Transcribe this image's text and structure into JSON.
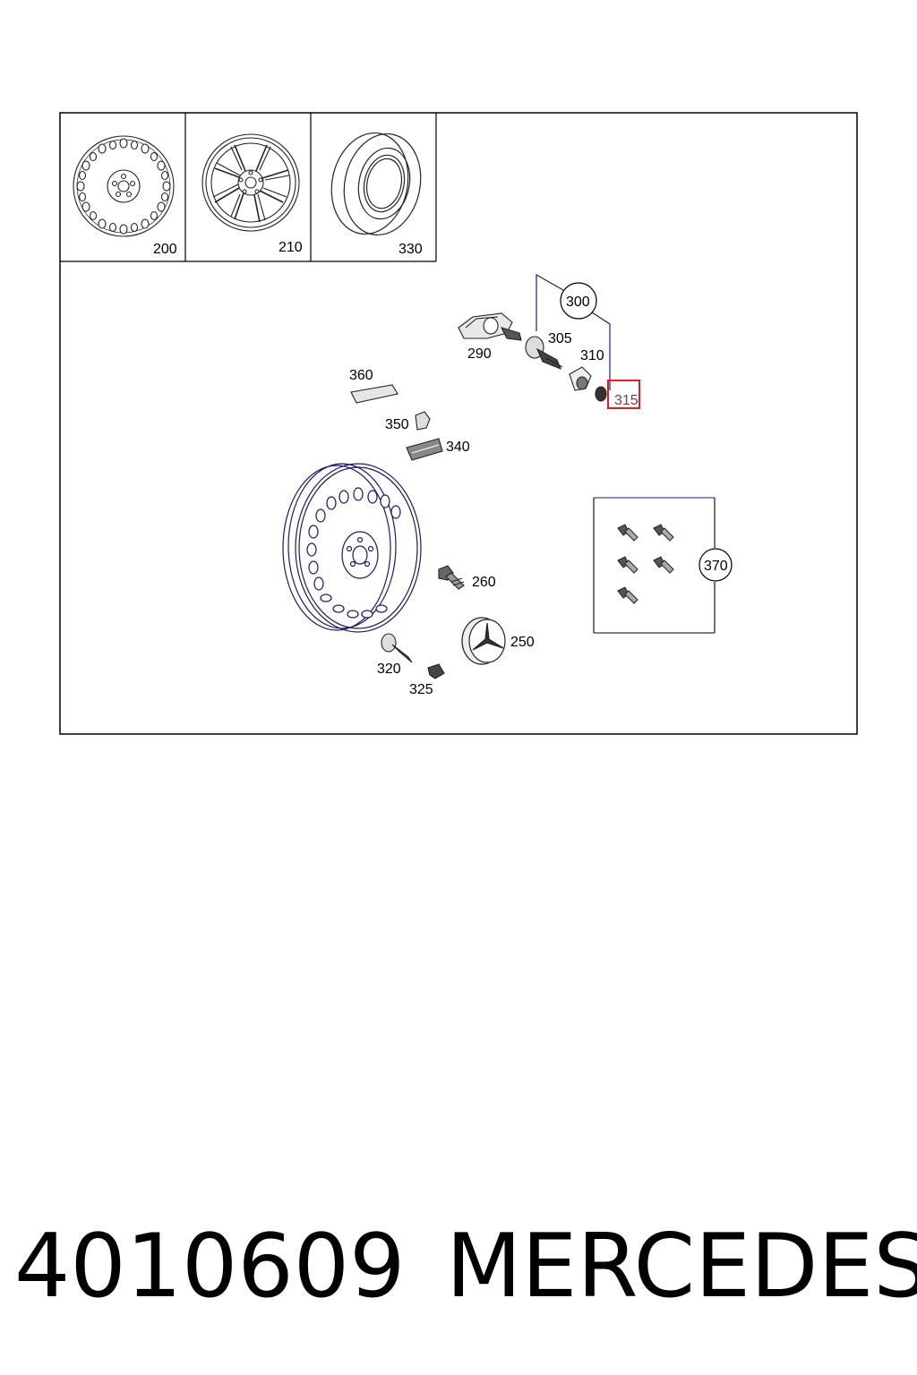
{
  "diagram": {
    "thumbnails": [
      {
        "label": "200",
        "name": "steel-wheel"
      },
      {
        "label": "210",
        "name": "alloy-wheel"
      },
      {
        "label": "330",
        "name": "tire"
      }
    ],
    "parts": {
      "p300": "300",
      "p290": "290",
      "p305": "305",
      "p310": "310",
      "p315": "315",
      "p360": "360",
      "p350": "350",
      "p340": "340",
      "p260": "260",
      "p250": "250",
      "p320": "320",
      "p325": "325",
      "p370": "370"
    },
    "highlighted_part": "315",
    "highlight_color": "#e02020",
    "callout_line_color": "#1a1a7a"
  },
  "footer": {
    "part_number": "4010609",
    "brand": "MERCEDES"
  }
}
